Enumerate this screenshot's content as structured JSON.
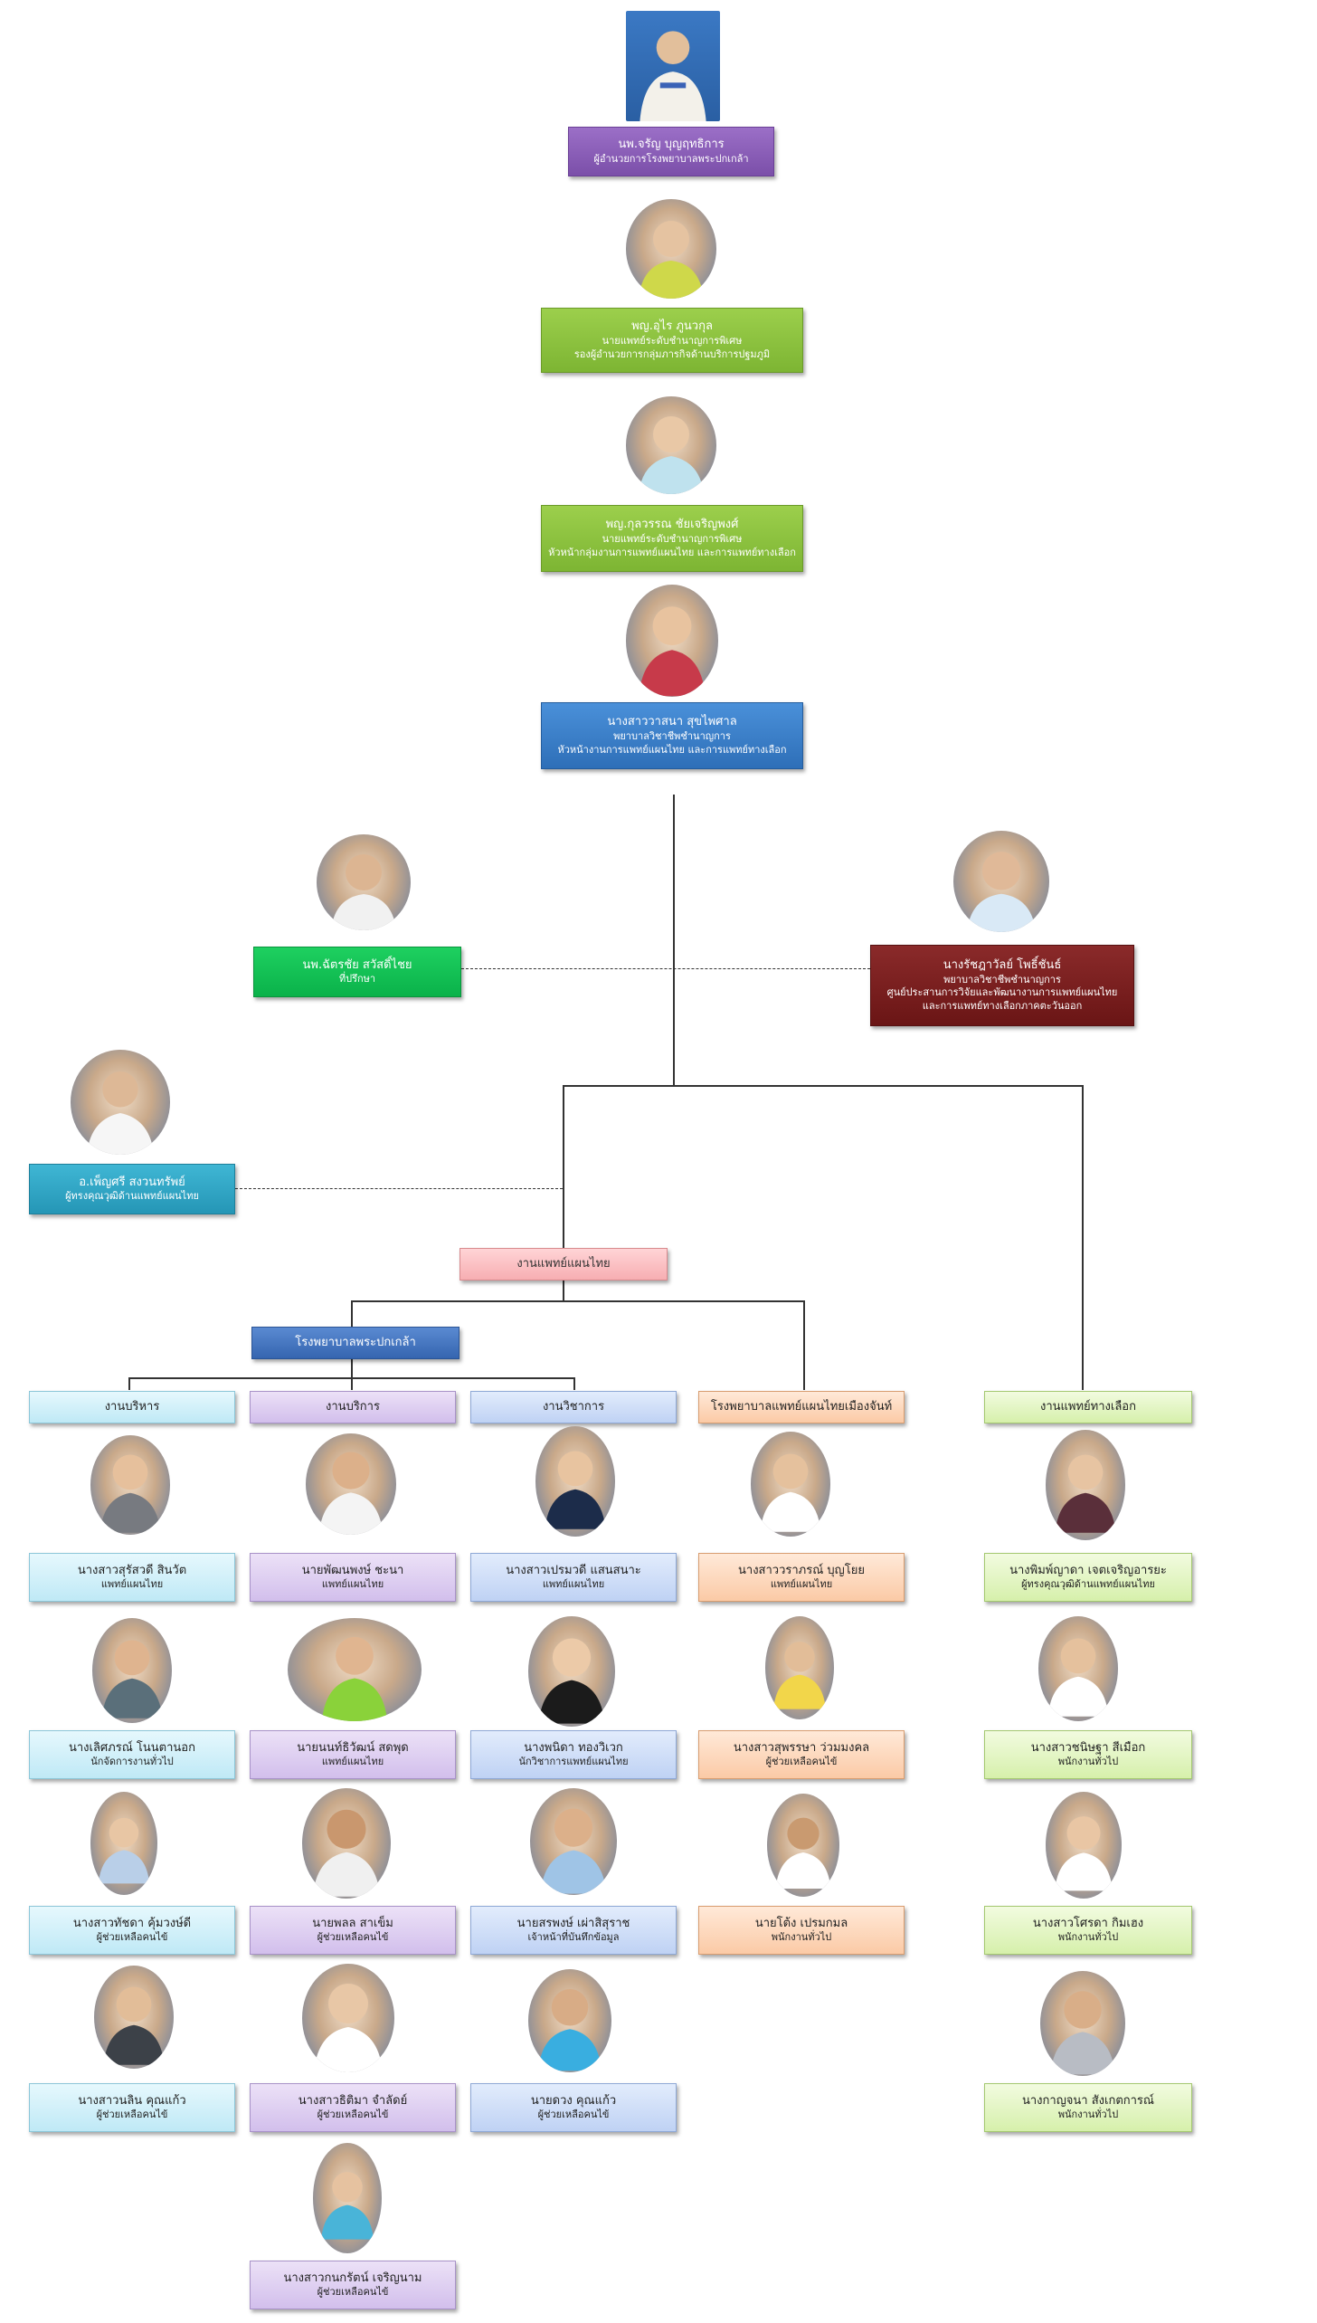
{
  "top": [
    {
      "name": "นพ.จรัญ  บุญฤทธิการ",
      "title": "ผู้อำนวยการโรงพยาบาลพระปกเกล้า"
    },
    {
      "name": "พญ.อุไร ภูนวกุล",
      "title": "นายแพทย์ระดับชำนาญการพิเศษ",
      "title2": "รองผู้อำนวยการกลุ่มภารกิจด้านบริการปฐมภูมิ"
    },
    {
      "name": "พญ.กุลวรรณ  ชัยเจริญพงศ์",
      "title": "นายแพทย์ระดับชำนาญการพิเศษ",
      "title2": "หัวหน้ากลุ่มงานการแพทย์แผนไทย และการแพทย์ทางเลือก"
    },
    {
      "name": "นางสาววาสนา สุขไพศาล",
      "title": "พยาบาลวิชาชีพชำนาญการ",
      "title2": "หัวหน้างานการแพทย์แผนไทย และการแพทย์ทางเลือก"
    }
  ],
  "advisor": {
    "name": "นพ.ฉัตรชัย  สวัสดิ์ไชย",
    "title": "ที่ปรึกษา"
  },
  "center": {
    "name": "นางรัชฎาวัลย์  โพธิ์ชันธ์",
    "title": "พยาบาลวิชาชีพชำนาญการ",
    "title2": "ศูนย์ประสานการวิจัยและพัฒนางานการแพทย์แผนไทย",
    "title3": "และการแพทย์ทางเลือกภาคตะวันออก"
  },
  "expert": {
    "name": "อ.เพ็ญศรี  สงวนทรัพย์",
    "title": "ผู้ทรงคุณวุฒิด้านแพทย์แผนไทย"
  },
  "thai_med": "งานแพทย์แผนไทย",
  "hospital": "โรงพยาบาลพระปกเกล้า",
  "columns": [
    {
      "header": "งานบริหาร",
      "people": [
        {
          "name": "นางสาวสุรัสวดี  สินวัต",
          "title": "แพทย์แผนไทย"
        },
        {
          "name": "นางเลิศภรณ์  โนนตานอก",
          "title": "นักจัดการงานทั่วไป"
        },
        {
          "name": "นางสาวทัชดา  คุ้มวงษ์ดี",
          "title": "ผู้ช่วยเหลือคนไข้"
        },
        {
          "name": "นางสาวนลิน  คุณแก้ว",
          "title": "ผู้ช่วยเหลือคนไข้"
        }
      ]
    },
    {
      "header": "งานบริการ",
      "people": [
        {
          "name": "นายพัฒนพงษ์  ชะนา",
          "title": "แพทย์แผนไทย"
        },
        {
          "name": "นายนนท์ธิวัฒน์  สดพุด",
          "title": "แพทย์แผนไทย"
        },
        {
          "name": "นายพลล  สาเข็ม",
          "title": "ผู้ช่วยเหลือคนไข้"
        },
        {
          "name": "นางสาวธิติมา  จำลัดย์",
          "title": "ผู้ช่วยเหลือคนไข้"
        },
        {
          "name": "นางสาวกนกรัตน์  เจริญนาม",
          "title": "ผู้ช่วยเหลือคนไข้"
        }
      ]
    },
    {
      "header": "งานวิชาการ",
      "people": [
        {
          "name": "นางสาวเปรมวดี  แสนสนาะ",
          "title": "แพทย์แผนไทย"
        },
        {
          "name": "นางพนิดา  ทองวิเวก",
          "title": "นักวิชาการแพทย์แผนไทย"
        },
        {
          "name": "นายสรพงษ์  เผ่าสิสุราช",
          "title": "เจ้าหน้าที่บันทึกข้อมูล"
        },
        {
          "name": "นายดวง  คุณแก้ว",
          "title": "ผู้ช่วยเหลือคนไข้"
        }
      ]
    },
    {
      "header": "โรงพยาบาลแพทย์แผนไทยเมืองจันท์",
      "people": [
        {
          "name": "นางสาววราภรณ์  บุญโยย",
          "title": "แพทย์แผนไทย"
        },
        {
          "name": "นางสาวสุพรรษา  ว่วมมงคล",
          "title": "ผู้ช่วยเหลือคนไข้"
        },
        {
          "name": "นายโต้ง  เปรมกมล",
          "title": "พนักงานทั่วไป"
        }
      ]
    },
    {
      "header": "งานแพทย์ทางเลือก",
      "people": [
        {
          "name": "นางพิมพ์ญาดา  เจตเจริญอารยะ",
          "title": "ผู้ทรงคุณวุฒิด้านแพทย์แผนไทย"
        },
        {
          "name": "นางสาวชนิษฐา  สีเมือก",
          "title": "พนักงานทั่วไป"
        },
        {
          "name": "นางสาวโศรดา  กิมเฮง",
          "title": "พนักงานทั่วไป"
        },
        {
          "name": "นางกาญจนา  สังเกตการณ์",
          "title": "พนักงานทั่วไป"
        }
      ]
    }
  ]
}
